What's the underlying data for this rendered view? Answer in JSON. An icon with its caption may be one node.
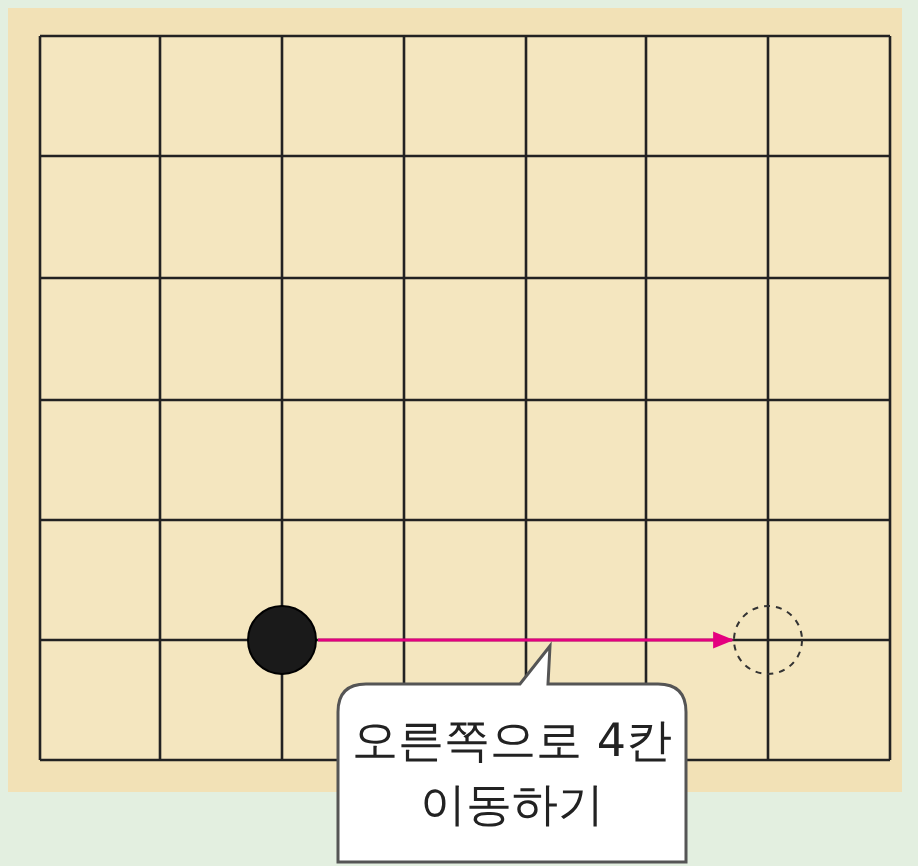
{
  "diagram": {
    "nodes": [
      {
        "text": [],
        "shape": "circle"
      },
      {
        "text": [],
        "shape": "circle"
      },
      {
        "text": [
          "오른쪽으로 4칸 이동하기"
        ]
      }
    ],
    "edges": [
      {
        "from": 0,
        "to": 1,
        "arrow": "to",
        "color": "#e4007f"
      }
    ]
  }
}
